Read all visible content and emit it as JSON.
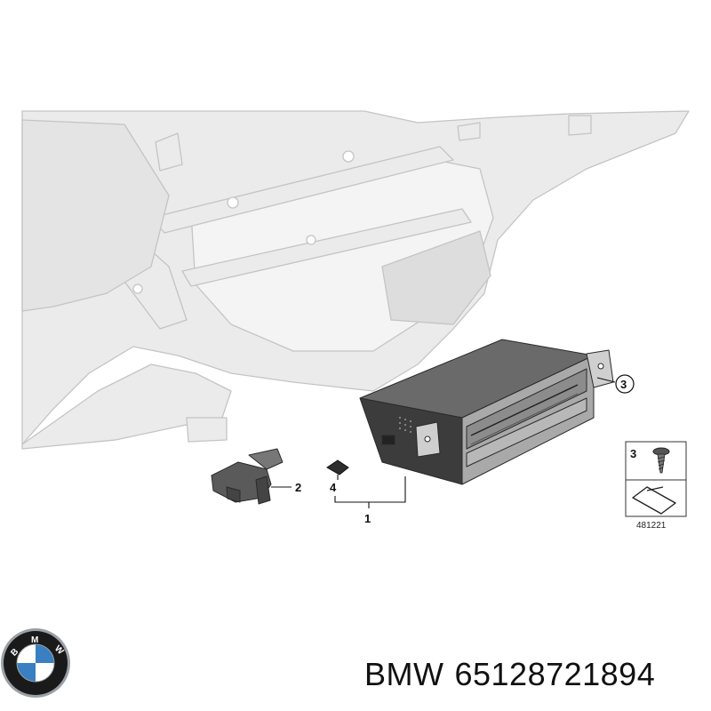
{
  "diagram": {
    "callouts": [
      {
        "id": "1",
        "label": "1"
      },
      {
        "id": "2",
        "label": "2"
      },
      {
        "id": "3",
        "label": "3"
      },
      {
        "id": "4",
        "label": "4"
      }
    ],
    "legend_box": {
      "item_label": "3",
      "reference_number": "481221"
    }
  },
  "footer": {
    "brand": "BMW",
    "part_number": "65128721894"
  },
  "logo": {
    "text": "BMW",
    "colors": {
      "ring": "#1a1a1a",
      "blue": "#3a7fc1",
      "white": "#ffffff",
      "outer": "#9aa0a6"
    }
  },
  "colors": {
    "dashboard_fill": "#ebebeb",
    "dashboard_line": "#c4c4c4",
    "unit_dark": "#3c3c3c",
    "unit_mid": "#6a6a6a",
    "unit_light": "#a9a9a9"
  }
}
